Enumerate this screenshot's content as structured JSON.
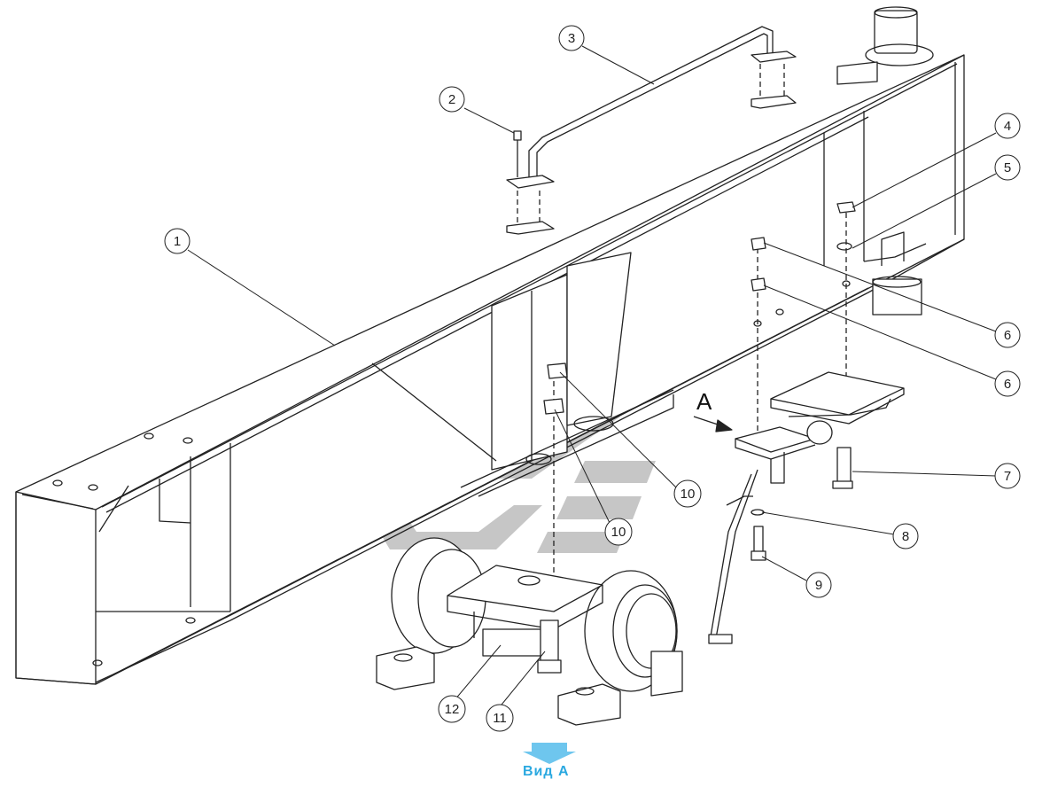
{
  "callouts": [
    {
      "id": "c1",
      "label": "1"
    },
    {
      "id": "c2",
      "label": "2"
    },
    {
      "id": "c3",
      "label": "3"
    },
    {
      "id": "c4",
      "label": "4"
    },
    {
      "id": "c5",
      "label": "5"
    },
    {
      "id": "c6a",
      "label": "6"
    },
    {
      "id": "c6b",
      "label": "6"
    },
    {
      "id": "c7",
      "label": "7"
    },
    {
      "id": "c8",
      "label": "8"
    },
    {
      "id": "c9",
      "label": "9"
    },
    {
      "id": "c10a",
      "label": "10"
    },
    {
      "id": "c10b",
      "label": "10"
    },
    {
      "id": "c11",
      "label": "11"
    },
    {
      "id": "c12",
      "label": "12"
    }
  ],
  "view_marker": {
    "letter": "A"
  },
  "view_label": "Вид  А",
  "colors": {
    "line": "#222222",
    "watermark": "#bfbfbf",
    "accent": "#2aa8e0"
  }
}
